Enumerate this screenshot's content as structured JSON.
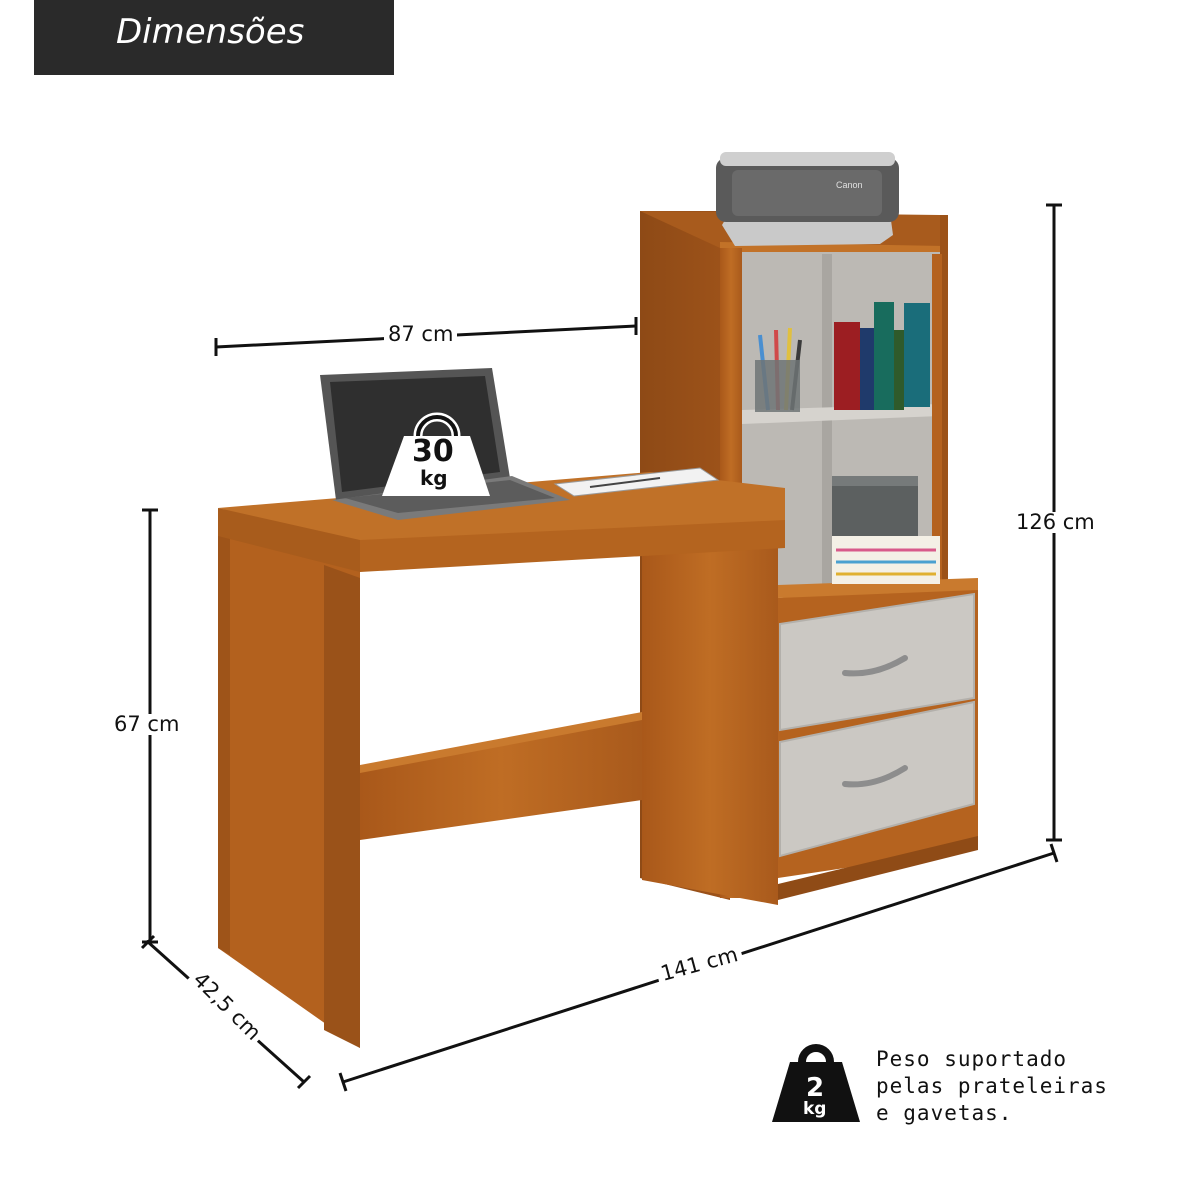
{
  "header": {
    "title": "Dimensões"
  },
  "dimensions": {
    "desk_top_width": "87 cm",
    "total_height": "126 cm",
    "desk_height": "67 cm",
    "total_width": "141 cm",
    "depth": "42,5 cm"
  },
  "weight_large": {
    "value": "30",
    "unit": "kg"
  },
  "weight_small": {
    "value": "2",
    "unit": "kg"
  },
  "note": {
    "line1": "Peso suportado",
    "line2": "pelas prateleiras",
    "line3": "e gavetas."
  },
  "printer": {
    "brand": "Canon"
  },
  "colors": {
    "wood": "#b8651e",
    "wood_dark": "#8c4a14",
    "drawer": "#cbc8c3",
    "header_bg": "#2a2a2a"
  }
}
